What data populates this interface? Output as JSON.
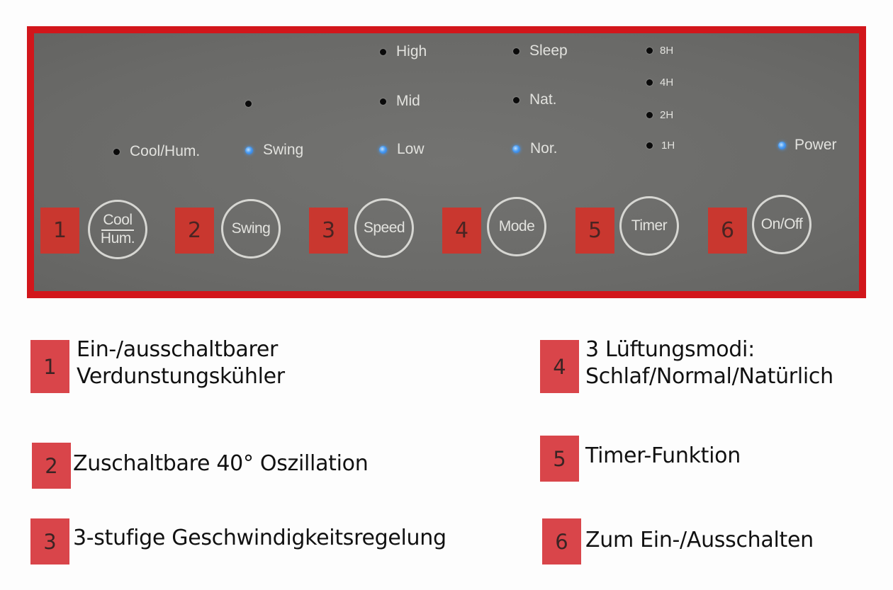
{
  "colors": {
    "frame_border": "#d2161b",
    "panel_bg": "#6e6e6c",
    "panel_badge": "#c9372f",
    "legend_badge": "#d9454a",
    "led_on": "#4a9cf2",
    "led_off": "#0a0a0a"
  },
  "panel": {
    "indicators": {
      "cool_hum": {
        "label": "Cool/Hum.",
        "state": "off"
      },
      "swing_top": {
        "label": "",
        "state": "off"
      },
      "swing": {
        "label": "Swing",
        "state": "on"
      },
      "speed_high": {
        "label": "High",
        "state": "off"
      },
      "speed_mid": {
        "label": "Mid",
        "state": "off"
      },
      "speed_low": {
        "label": "Low",
        "state": "on"
      },
      "mode_sleep": {
        "label": "Sleep",
        "state": "off"
      },
      "mode_nat": {
        "label": "Nat.",
        "state": "off"
      },
      "mode_nor": {
        "label": "Nor.",
        "state": "on"
      },
      "timer_8h": {
        "label": "8H",
        "state": "off"
      },
      "timer_4h": {
        "label": "4H",
        "state": "off"
      },
      "timer_2h": {
        "label": "2H",
        "state": "off"
      },
      "timer_1h": {
        "label": "1H",
        "state": "off"
      },
      "power": {
        "label": "Power",
        "state": "on"
      }
    },
    "buttons": [
      {
        "number": "1",
        "label_top": "Cool",
        "label_bottom": "Hum."
      },
      {
        "number": "2",
        "label": "Swing"
      },
      {
        "number": "3",
        "label": "Speed"
      },
      {
        "number": "4",
        "label": "Mode"
      },
      {
        "number": "5",
        "label": "Timer"
      },
      {
        "number": "6",
        "label": "On/Off"
      }
    ]
  },
  "legend": [
    {
      "number": "1",
      "line1": "Ein-/ausschaltbarer",
      "line2": "Verdunstungskühler"
    },
    {
      "number": "2",
      "line1": "Zuschaltbare 40° Oszillation"
    },
    {
      "number": "3",
      "line1": "3-stufige Geschwindigkeitsregelung"
    },
    {
      "number": "4",
      "line1": "3 Lüftungsmodi:",
      "line2": "Schlaf/Normal/Natürlich"
    },
    {
      "number": "5",
      "line1": "Timer-Funktion"
    },
    {
      "number": "6",
      "line1": "Zum Ein-/Ausschalten"
    }
  ]
}
